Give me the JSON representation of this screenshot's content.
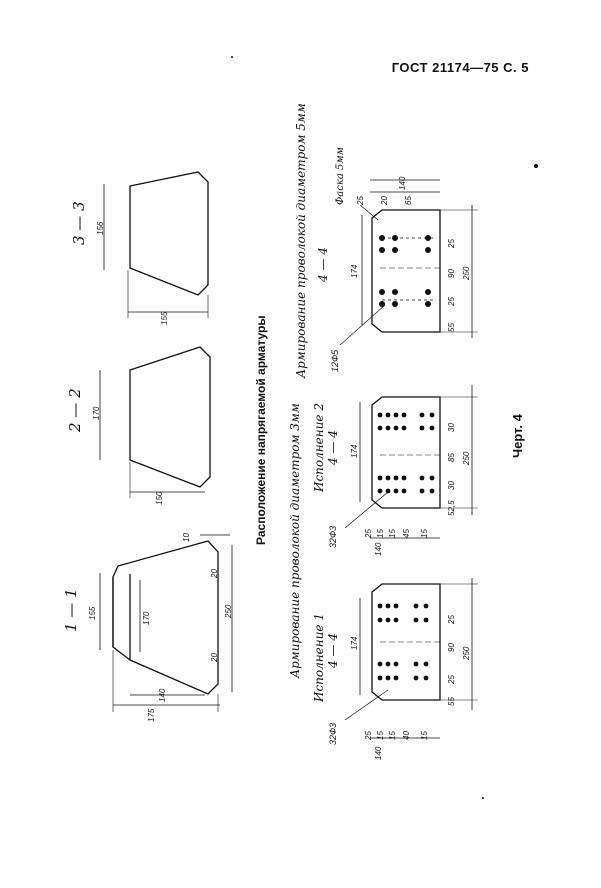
{
  "header": {
    "title": "ГОСТ 21174—75 С. 5"
  },
  "section_title": "Расположение напрягаемой арматуры",
  "figure_caption": "Черт. 4",
  "sections": {
    "s11": {
      "label": "1 — 1",
      "dims": [
        "155",
        "170",
        "175",
        "140",
        "10",
        "20",
        "20",
        "250"
      ]
    },
    "s22": {
      "label": "2 — 2",
      "dims": [
        "170",
        "150"
      ]
    },
    "s33": {
      "label": "3 — 3",
      "dims": [
        "156",
        "155"
      ]
    }
  },
  "reinforcement_3mm": {
    "title": "Армирование проволокой диаметром 3мм",
    "version1": {
      "title": "Исполнение 1",
      "section": "4 — 4",
      "dims": [
        "174",
        "25",
        "90",
        "25",
        "55",
        "250",
        "140",
        "25",
        "15",
        "15",
        "40",
        "15"
      ],
      "wire_label": "32Ф3"
    },
    "version2": {
      "title": "Исполнение 2",
      "section": "4 — 4",
      "dims": [
        "174",
        "30",
        "85",
        "30",
        "52,5",
        "250",
        "140",
        "25",
        "15",
        "15",
        "45",
        "15"
      ],
      "wire_label": "32Ф3"
    }
  },
  "reinforcement_5mm": {
    "title": "Армирование проволокой диаметром 5мм",
    "section": "4 — 4",
    "chamfer": "Фаска 5мм",
    "dims": [
      "174",
      "25",
      "90",
      "25",
      "55",
      "250",
      "140",
      "65",
      "20",
      "25"
    ],
    "wire_label": "12Ф5"
  }
}
